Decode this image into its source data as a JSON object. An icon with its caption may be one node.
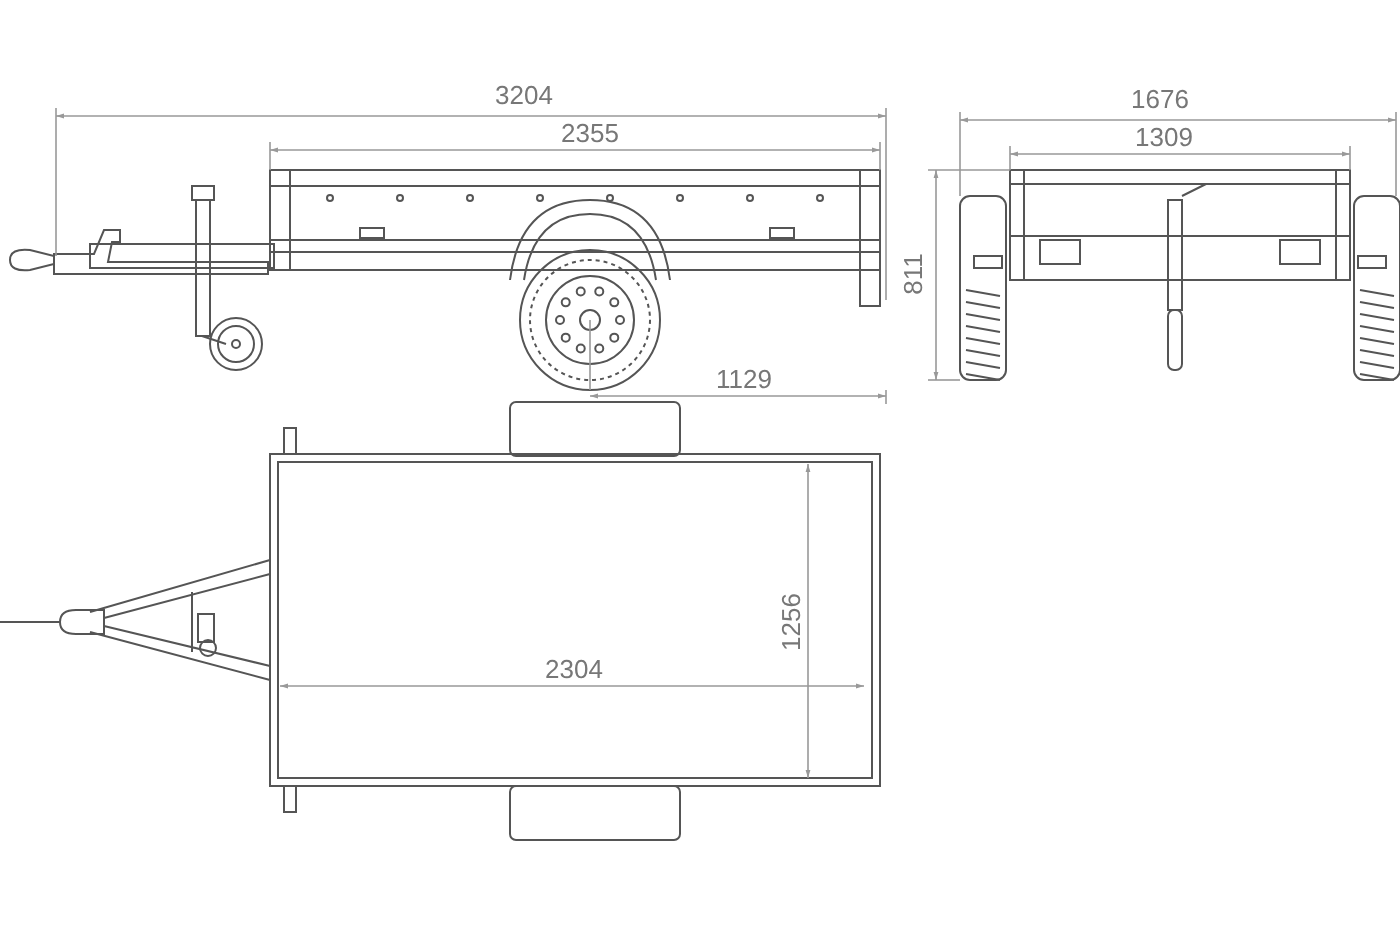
{
  "diagram": {
    "labels": [
      "3204",
      "1676",
      "2355",
      "1309",
      "811",
      "1129",
      "1256",
      "2304"
    ]
  }
}
